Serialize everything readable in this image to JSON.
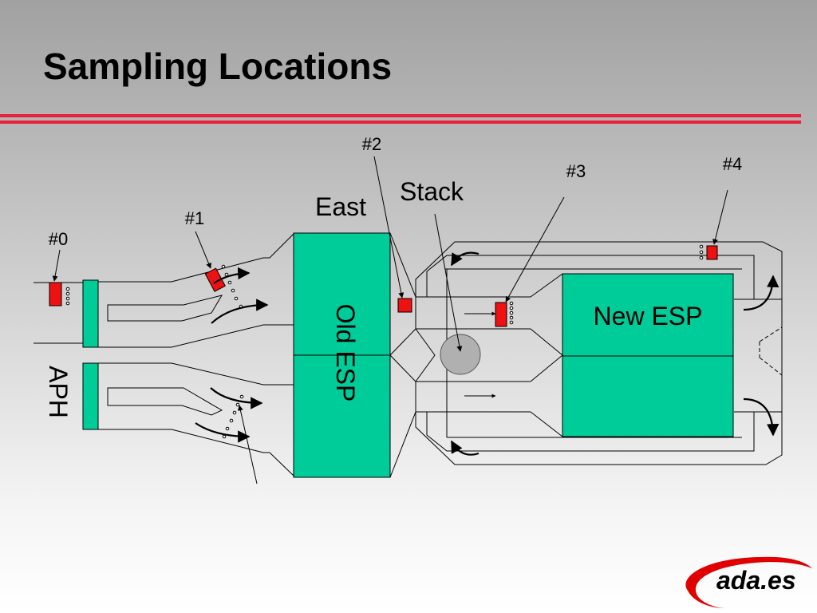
{
  "slide": {
    "title": "Sampling Locations"
  },
  "colors": {
    "esp_fill": "#00cc99",
    "probe_fill": "#ee1111",
    "accent_rule": "#e8203a",
    "stack_fill": "#b0b0b0"
  },
  "diagram": {
    "labels": {
      "old_esp": "Old ESP",
      "new_esp": "New ESP",
      "east": "East",
      "stack": "Stack",
      "aph": "APH"
    },
    "sampling_points": [
      "#0",
      "#1",
      "#2",
      "#3",
      "#4"
    ]
  },
  "logo": {
    "text": "ada.es"
  }
}
